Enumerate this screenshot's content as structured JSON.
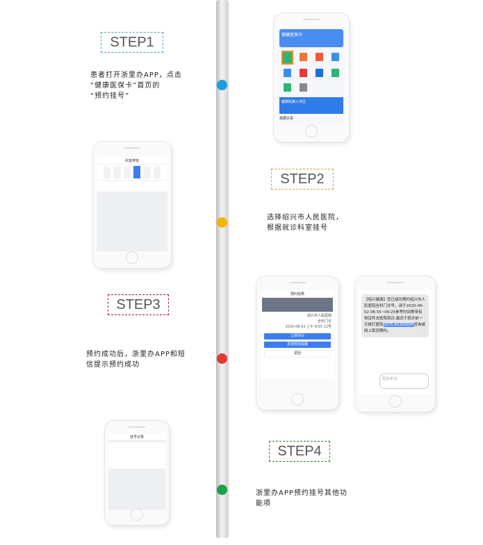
{
  "timeline": {
    "dot_colors": [
      "#1a9ee0",
      "#f4b400",
      "#e53935",
      "#1aa24a"
    ]
  },
  "steps": [
    {
      "label": "STEP1",
      "border": "#3ba9cc",
      "desc": [
        "患者打开浙里办APP，点击",
        "“健康医保卡”首页的",
        "“预约挂号”"
      ]
    },
    {
      "label": "STEP2",
      "border": "#e09a3a",
      "desc": [
        "选择绍兴市人民医院，",
        "根据就诊科室挂号"
      ]
    },
    {
      "label": "STEP3",
      "border": "#9b1c2a",
      "desc": [
        "预约成功后，浙里办APP和短",
        "信提示预约成功"
      ]
    },
    {
      "label": "STEP4",
      "border": "#2e7d32",
      "desc": [
        "浙里办APP预约挂号其他功",
        "能项"
      ]
    }
  ],
  "phone1": {
    "header": "健康医保卡",
    "section": "我要办事",
    "banner": "健康码接入专区"
  },
  "phone2": {
    "title": "科室排班"
  },
  "phone3": {
    "title": "预约结果",
    "rows": [
      "绍兴市人民医院",
      "全科门诊",
      "2020-06-02 上午 8:55 12号"
    ],
    "buttons": [
      "立即评价",
      "发送短信提醒",
      "返回"
    ]
  },
  "phone4": {
    "sms": "【绍兴健康】您已成功预约绍兴市人民医院全科门诊号，请于2020-06-02 08:55~09:25参考时间携带有效证件去医院就诊,最迟于就诊前一天拨打医院",
    "sms_phone": "0575-85200000",
    "sms_tail": "咨询或网上取消预约。",
    "input_placeholder": "短信/彩信"
  },
  "phone5": {
    "title": "挂号记录"
  }
}
